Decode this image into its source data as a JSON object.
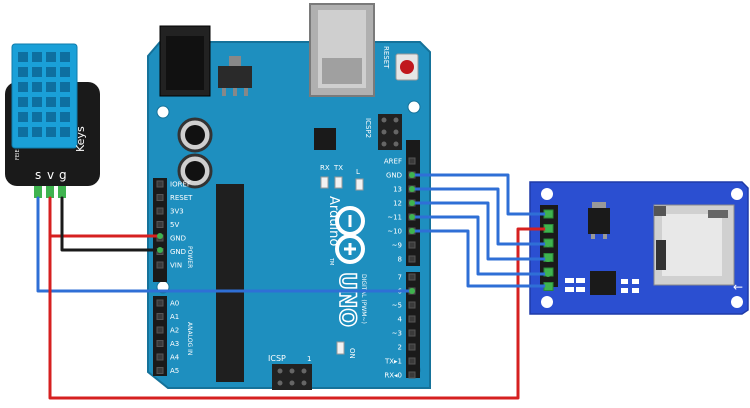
{
  "sensor": {
    "brand": "Keys",
    "code": "FEIE",
    "pin_labels": [
      "s",
      "v",
      "g"
    ]
  },
  "arduino": {
    "reset_label": "RESET",
    "icsp2_label": "ICSP2",
    "tx_label": "TX",
    "rx_label": "RX",
    "l_label": "L",
    "on_label": "ON",
    "icsp_label": "ICSP",
    "icsp_pin1": "1",
    "model": "Arduino",
    "model_tm": "TM",
    "uno_label": "UNO",
    "power_header": "POWER",
    "analog_header": "ANALOG IN",
    "digital_header": "DIGITAL (PWM~)",
    "power_pins": [
      "IOREF",
      "RESET",
      "3V3",
      "5V",
      "GND",
      "GND",
      "VIN"
    ],
    "analog_pins": [
      "A0",
      "A1",
      "A2",
      "A3",
      "A4",
      "A5"
    ],
    "digital_top_pins": [
      "AREF",
      "GND",
      "13",
      "12",
      "~11",
      "~10",
      "~9",
      "8"
    ],
    "digital_bottom_pins": [
      "7",
      "~6",
      "~5",
      "4",
      "~3",
      "2",
      "TX▸1",
      "RX◂0"
    ]
  },
  "colors": {
    "board": "#1e8fbf",
    "board_edge": "#15729a",
    "sensor_body": "#1aa0d8",
    "module": "#2b4fd1",
    "wire_red": "#d62020",
    "wire_blue": "#2f6fd6",
    "wire_black": "#1a1a1a",
    "pin_green": "#3fb34f"
  }
}
